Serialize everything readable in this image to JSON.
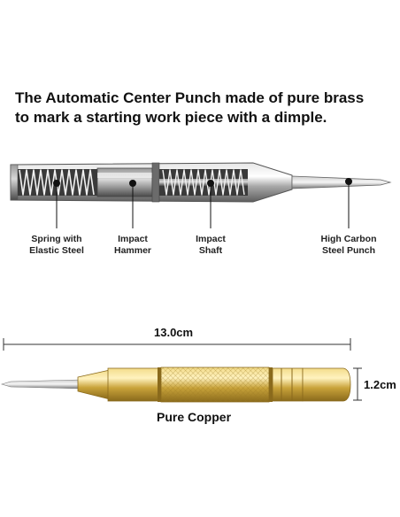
{
  "headline": {
    "line1": "The Automatic Center Punch made of pure brass",
    "line2": "to mark a starting work piece with a dimple."
  },
  "callouts": [
    {
      "line1": "Spring with",
      "line2": "Elastic Steel"
    },
    {
      "line1": "Impact",
      "line2": "Hammer"
    },
    {
      "line1": "Impact",
      "line2": "Shaft"
    },
    {
      "line1": "High Carbon",
      "line2": "Steel Punch"
    }
  ],
  "dimensions": {
    "length": "13.0cm",
    "diameter": "1.2cm"
  },
  "caption": "Pure Copper",
  "colors": {
    "steel": "#b9b9b9",
    "brass": "#c9a33a",
    "text": "#111111"
  }
}
